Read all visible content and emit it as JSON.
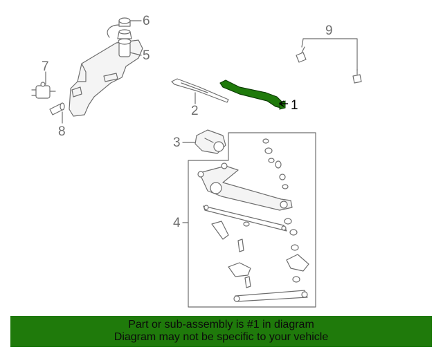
{
  "diagram": {
    "highlight_color": "#1f7a0b",
    "callouts": {
      "c1": "1",
      "c2": "2",
      "c3": "3",
      "c4": "4",
      "c5": "5",
      "c6": "6",
      "c7": "7",
      "c8": "8",
      "c9": "9"
    },
    "highlighted_part": "1"
  },
  "footer": {
    "background": "#1f7a0b",
    "line1": "Part or sub-assembly is #1 in diagram",
    "line2": "Diagram may not be specific to your vehicle"
  }
}
